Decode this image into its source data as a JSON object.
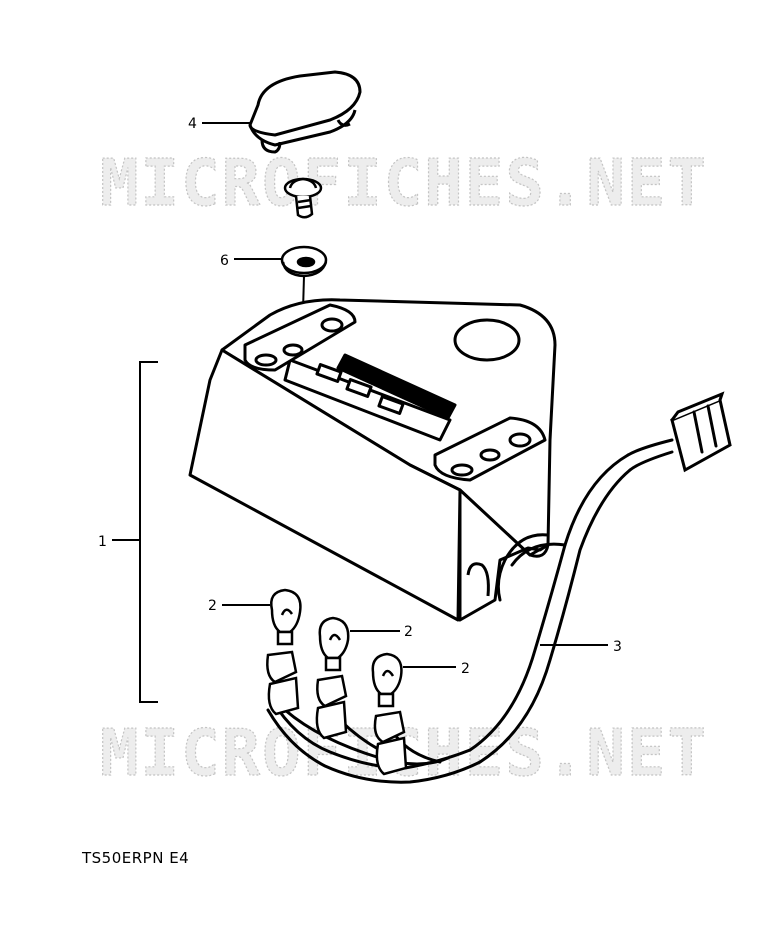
{
  "watermark": {
    "text": "MICROFICHES.NET"
  },
  "callouts": [
    {
      "id": "4",
      "label": "4"
    },
    {
      "id": "6",
      "label": "6"
    },
    {
      "id": "1",
      "label": "1"
    },
    {
      "id": "2a",
      "label": "2"
    },
    {
      "id": "2b",
      "label": "2"
    },
    {
      "id": "2c",
      "label": "2"
    },
    {
      "id": "3",
      "label": "3"
    }
  ],
  "caption": "TS50ERPN E4"
}
